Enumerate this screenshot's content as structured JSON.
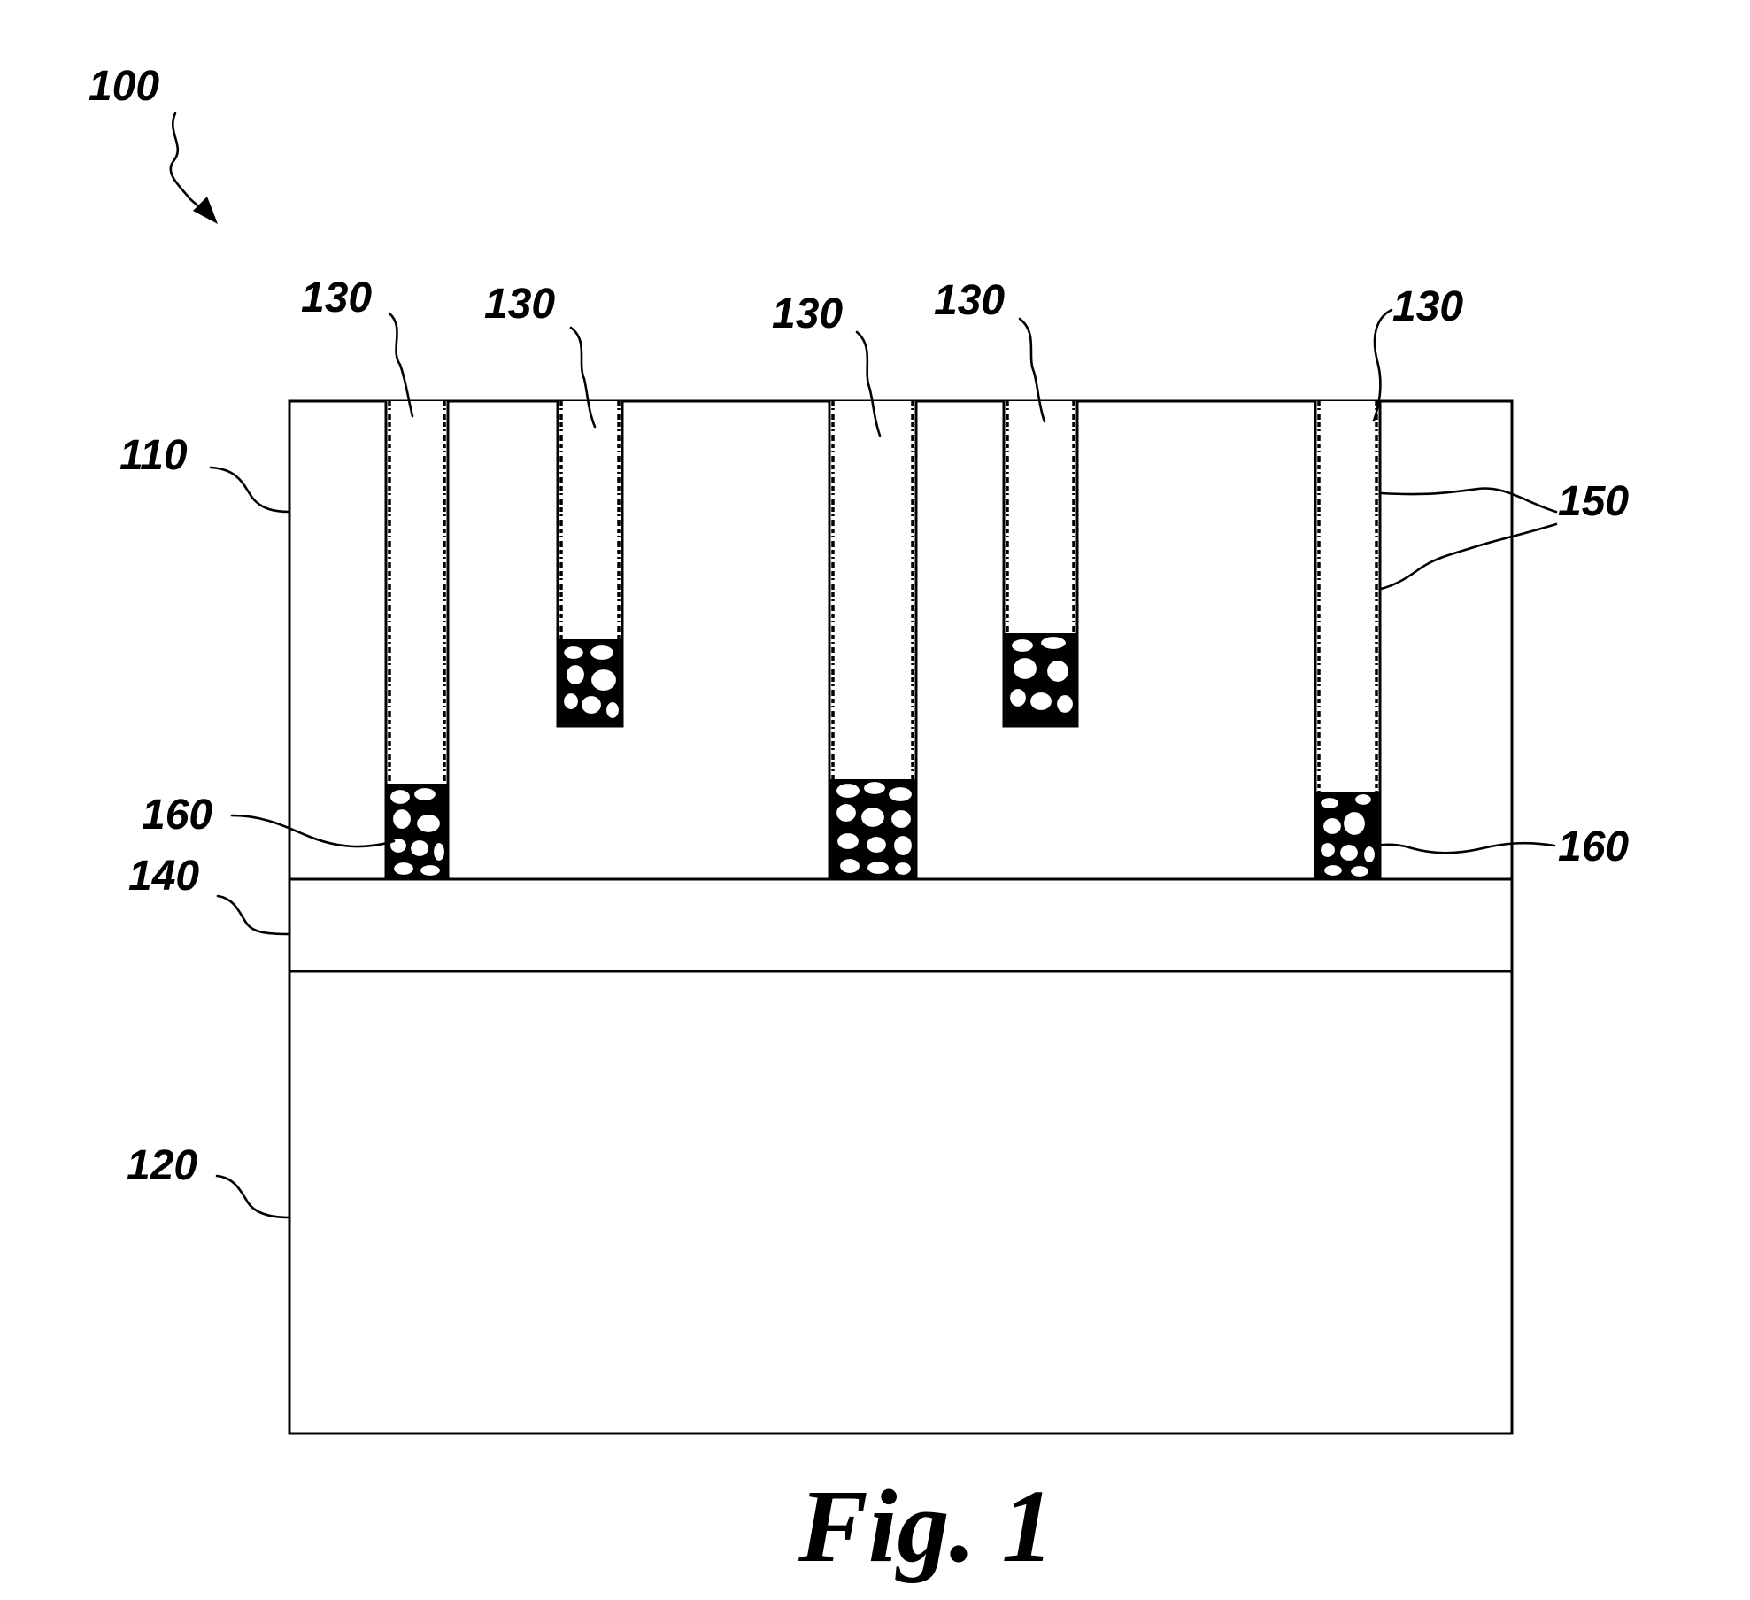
{
  "figure": {
    "caption": "Fig. 1",
    "ref_assembly": "100",
    "ref_layer_top": "110",
    "ref_substrate": "120",
    "ref_interlayer": "140",
    "ref_trench_1": "130",
    "ref_trench_2": "130",
    "ref_trench_3": "130",
    "ref_trench_4": "130",
    "ref_trench_5": "130",
    "ref_wall_coating": "150",
    "ref_plug_left": "160",
    "ref_plug_right": "160"
  }
}
